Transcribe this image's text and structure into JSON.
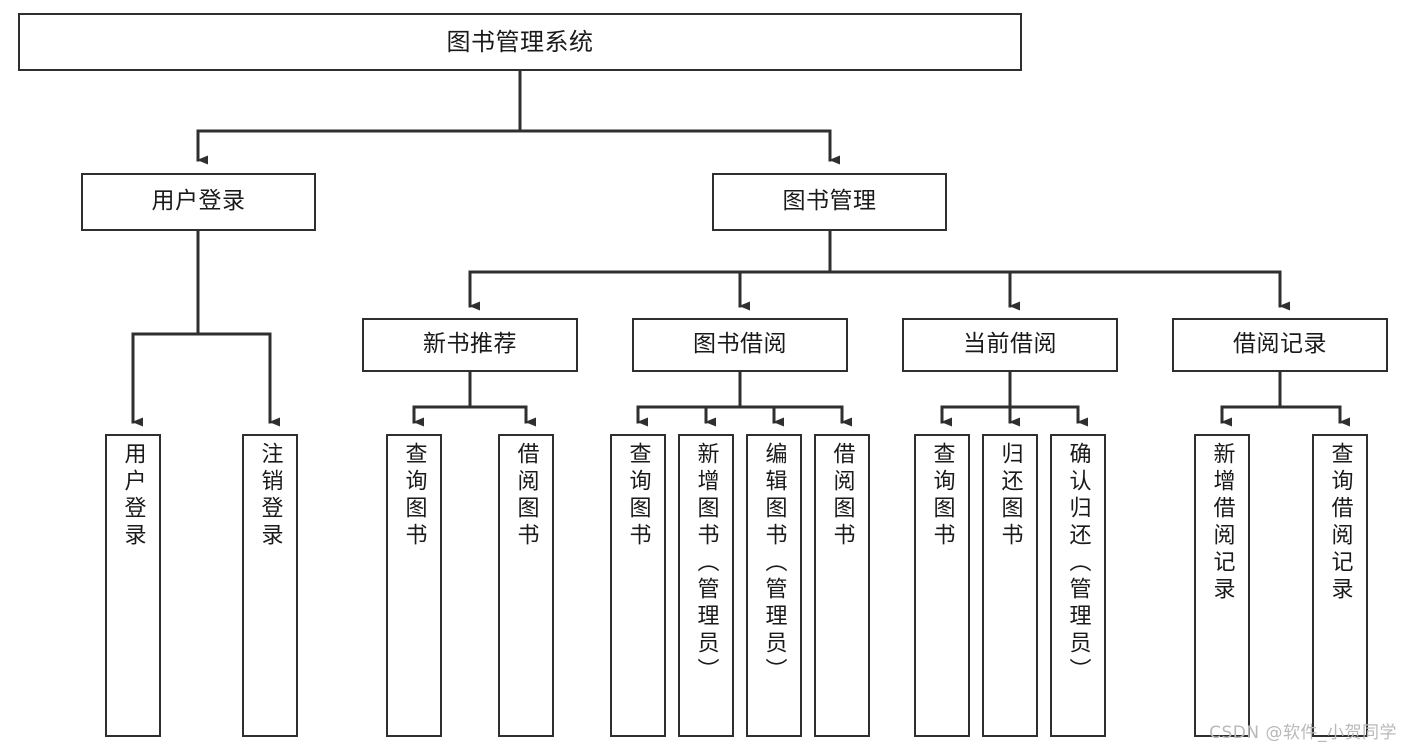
{
  "diagram": {
    "title": "图书管理系统",
    "type": "tree-hierarchy",
    "watermark": "CSDN @软件_小贺同学",
    "colors": {
      "border": "#2f2f2f",
      "background": "#ffffff",
      "edge": "#2f2f2f",
      "text": "#1a1a1a",
      "watermark": "#b9b9b9"
    },
    "nodes": {
      "root": {
        "label": "图书管理系统"
      },
      "level2": [
        {
          "id": "user-login",
          "label": "用户登录"
        },
        {
          "id": "book-manage",
          "label": "图书管理"
        }
      ],
      "level3": [
        {
          "id": "new-book-recommend",
          "label": "新书推荐"
        },
        {
          "id": "book-borrow",
          "label": "图书借阅"
        },
        {
          "id": "current-borrow",
          "label": "当前借阅"
        },
        {
          "id": "borrow-record",
          "label": "借阅记录"
        }
      ],
      "leaves": {
        "user-login": [
          {
            "id": "leaf-user-login",
            "label": "用户登录"
          },
          {
            "id": "leaf-logout-login",
            "label": "注销登录"
          }
        ],
        "new-book-recommend": [
          {
            "id": "leaf-query-book-1",
            "label": "查询图书"
          },
          {
            "id": "leaf-borrow-book-1",
            "label": "借阅图书"
          }
        ],
        "book-borrow": [
          {
            "id": "leaf-query-book-2",
            "label": "查询图书"
          },
          {
            "id": "leaf-add-book-admin",
            "label": "新增图书（管理员）"
          },
          {
            "id": "leaf-edit-book-admin",
            "label": "编辑图书（管理员）"
          },
          {
            "id": "leaf-borrow-book-2",
            "label": "借阅图书"
          }
        ],
        "current-borrow": [
          {
            "id": "leaf-query-book-3",
            "label": "查询图书"
          },
          {
            "id": "leaf-return-book",
            "label": "归还图书"
          },
          {
            "id": "leaf-confirm-return-admin",
            "label": "确认归还（管理员）"
          }
        ],
        "borrow-record": [
          {
            "id": "leaf-add-borrow-record",
            "label": "新增借阅记录"
          },
          {
            "id": "leaf-query-borrow-record",
            "label": "查询借阅记录"
          }
        ]
      }
    }
  }
}
